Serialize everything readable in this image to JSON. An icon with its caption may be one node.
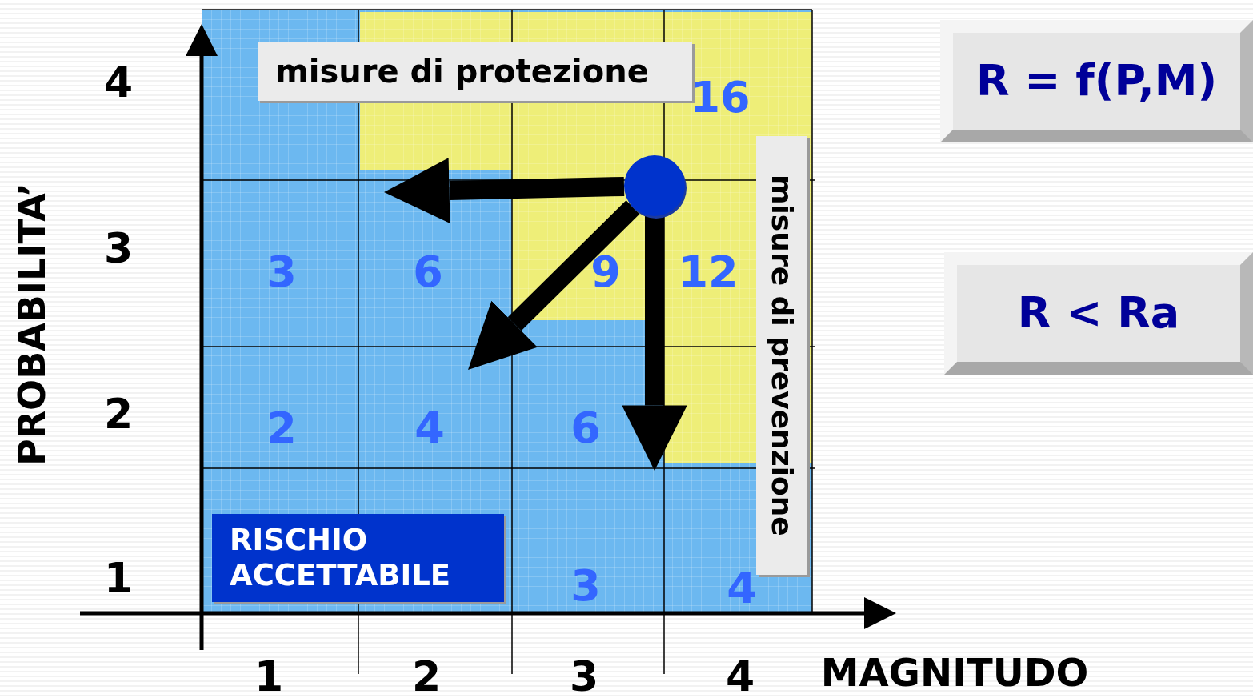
{
  "diagram": {
    "nodes": [
      {
        "text": [
          "R = f(P,M)"
        ]
      },
      {
        "text": [
          "misure di protezione"
        ]
      },
      {
        "text": [],
        "shape": "circle"
      },
      {
        "text": [
          "misure di prevenzione"
        ]
      },
      {
        "text": [
          "R < Ra"
        ]
      },
      {
        "text": [
          "RISCHIO ACCETTABILE"
        ]
      }
    ],
    "edges": [
      {
        "from": 2,
        "to": null,
        "arrow": "to"
      },
      {
        "from": 2,
        "to": null,
        "arrow": "to"
      },
      {
        "from": 2,
        "to": null,
        "arrow": "to"
      }
    ],
    "labels": [
      "4",
      "16",
      "PROBABILITA’",
      "3",
      "3",
      "6",
      "9",
      "12",
      "2",
      "2",
      "4",
      "6",
      "1",
      "3",
      "4",
      "1",
      "2",
      "3",
      "4",
      "MAGNITUDO"
    ]
  }
}
